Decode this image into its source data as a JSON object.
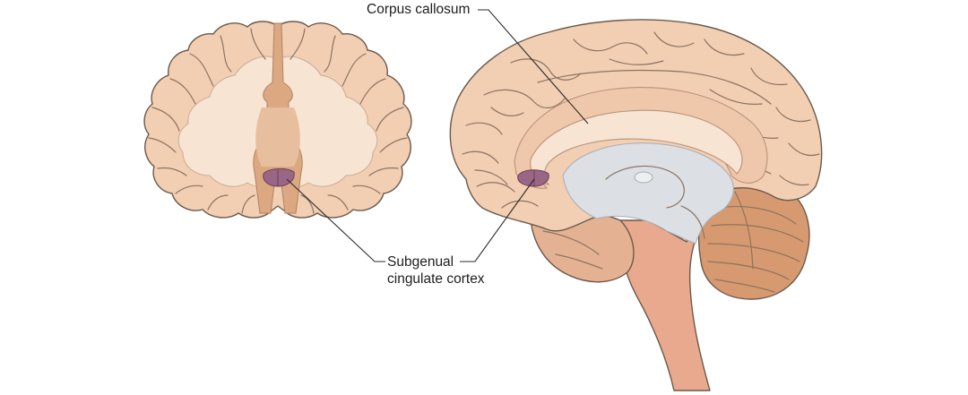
{
  "labels": {
    "corpus_callosum": "Corpus callosum",
    "subgenual_line1": "Subgenual",
    "subgenual_line2": "cingulate cortex"
  },
  "colors": {
    "cortex": "#f2ceb3",
    "white_matter": "#f6e3d0",
    "ventricle": "#dcdfe3",
    "brainstem": "#e9a98e",
    "cerebellum": "#d79a70",
    "subgenual": "#9a6685",
    "outline": "#6b5a4c"
  }
}
